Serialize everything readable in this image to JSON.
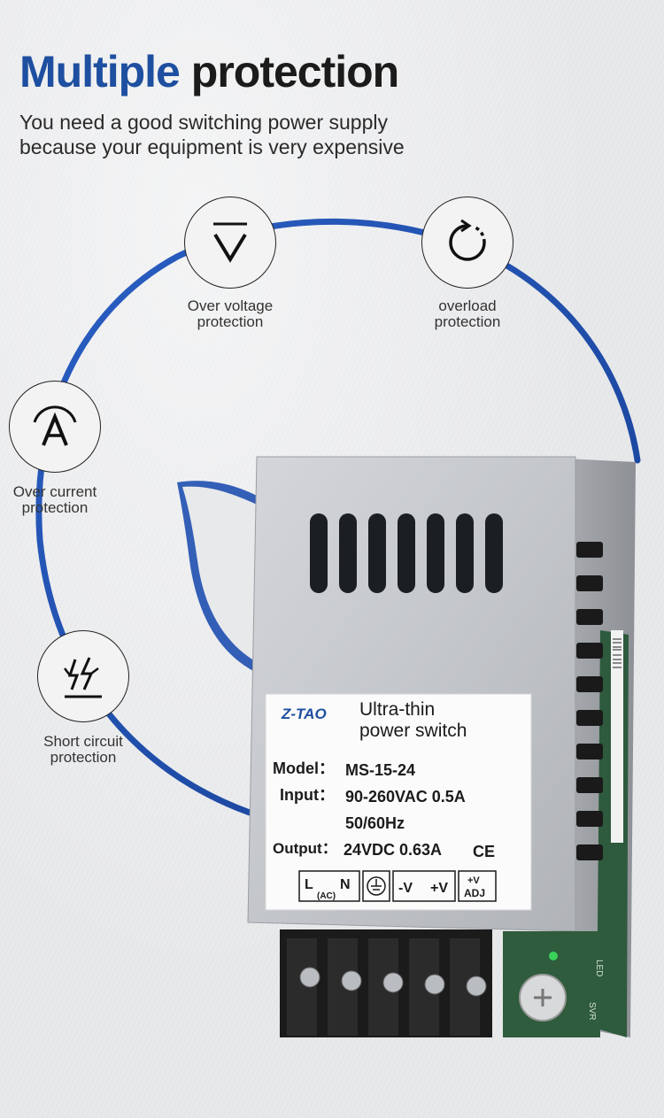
{
  "headline": {
    "highlight": "Multiple",
    "rest": "protection"
  },
  "subtitle": {
    "line1": "You need a good switching power supply",
    "line2": "because your equipment is very expensive"
  },
  "features": [
    {
      "icon": "over-voltage-icon",
      "line1": "Over voltage",
      "line2": "protection"
    },
    {
      "icon": "overload-icon",
      "line1": "overload",
      "line2": "protection"
    },
    {
      "icon": "over-current-icon",
      "line1": "Over current",
      "line2": "protection"
    },
    {
      "icon": "short-circuit-icon",
      "line1": "Short circuit",
      "line2": "protection"
    }
  ],
  "product_label": {
    "brand": "Z-TAO",
    "title_line1": "Ultra-thin",
    "title_line2": "power switch",
    "model_key": "Model：",
    "model_val": "MS-15-24",
    "input_key": "Input：",
    "input_val": "90-260VAC 0.5A",
    "input_freq": "50/60Hz",
    "output_key": "Output：",
    "output_val": "24VDC 0.63A",
    "ce_mark": "CE",
    "terminal_l": "L",
    "terminal_n": "N",
    "terminal_ac": "(AC)",
    "terminal_neg": "-V",
    "terminal_pos": "+V",
    "terminal_adj_top": "+V",
    "terminal_adj_bottom": "ADJ"
  },
  "board_marks": {
    "led": "LED",
    "svr": "SVR"
  },
  "colors": {
    "accent": "#1e4fa0",
    "arc": "#1f4fb0",
    "text": "#1b1b1b"
  }
}
